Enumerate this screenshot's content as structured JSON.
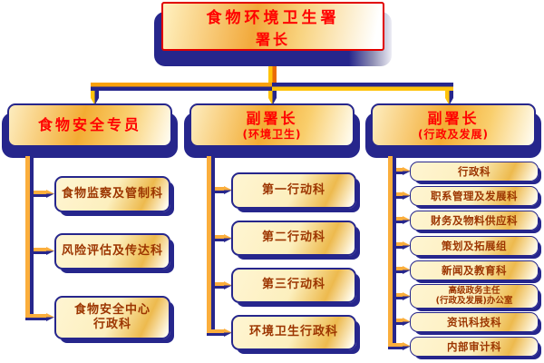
{
  "root": {
    "line1": "食物环境卫生署",
    "line2": "署长"
  },
  "branches": [
    {
      "title": "食物安全专员",
      "subtitle": "",
      "children": [
        {
          "line1": "食物监察及管制科"
        },
        {
          "line1": "风险评估及传达科"
        },
        {
          "line1": "食物安全中心",
          "line2": "行政科"
        }
      ]
    },
    {
      "title": "副署长",
      "subtitle": "(环境卫生)",
      "children": [
        {
          "line1": "第一行动科"
        },
        {
          "line1": "第二行动科"
        },
        {
          "line1": "第三行动科"
        },
        {
          "line1": "环境卫生行政科"
        }
      ]
    },
    {
      "title": "副署长",
      "subtitle": "(行政及发展)",
      "children": [
        {
          "line1": "行政科"
        },
        {
          "line1": "职系管理及发展科"
        },
        {
          "line1": "财务及物料供应科"
        },
        {
          "line1": "策划及拓展组"
        },
        {
          "line1": "新闻及教育科"
        },
        {
          "line1": "高级政务主任",
          "line2": "(行政及发展)办公室"
        },
        {
          "line1": "资讯科技科"
        },
        {
          "line1": "内部审计科"
        }
      ]
    }
  ],
  "colors": {
    "navy": "#26268C",
    "gold": "#F9A825",
    "orange": "#EA6B06",
    "title_text": "#FF0000",
    "child_text": "#9C3500",
    "root_border": "#E10000"
  }
}
